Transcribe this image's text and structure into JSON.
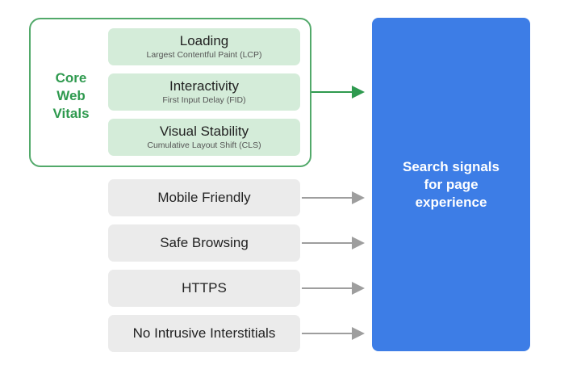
{
  "core_web_vitals": {
    "label_lines": [
      "Core",
      "Web",
      "Vitals"
    ],
    "items": [
      {
        "title": "Loading",
        "subtitle": "Largest Contentful Paint (LCP)"
      },
      {
        "title": "Interactivity",
        "subtitle": "First Input Delay (FID)"
      },
      {
        "title": "Visual Stability",
        "subtitle": "Cumulative Layout Shift (CLS)"
      }
    ]
  },
  "other_signals": [
    "Mobile Friendly",
    "Safe Browsing",
    "HTTPS",
    "No Intrusive Interstitials"
  ],
  "target": {
    "lines": [
      "Search signals",
      "for page",
      "experience"
    ]
  },
  "colors": {
    "green_accent": "#2f9a4f",
    "green_fill": "#d4ecd9",
    "gray_fill": "#ebebeb",
    "blue_target": "#3d7de6",
    "arrow_gray": "#9e9e9e"
  }
}
